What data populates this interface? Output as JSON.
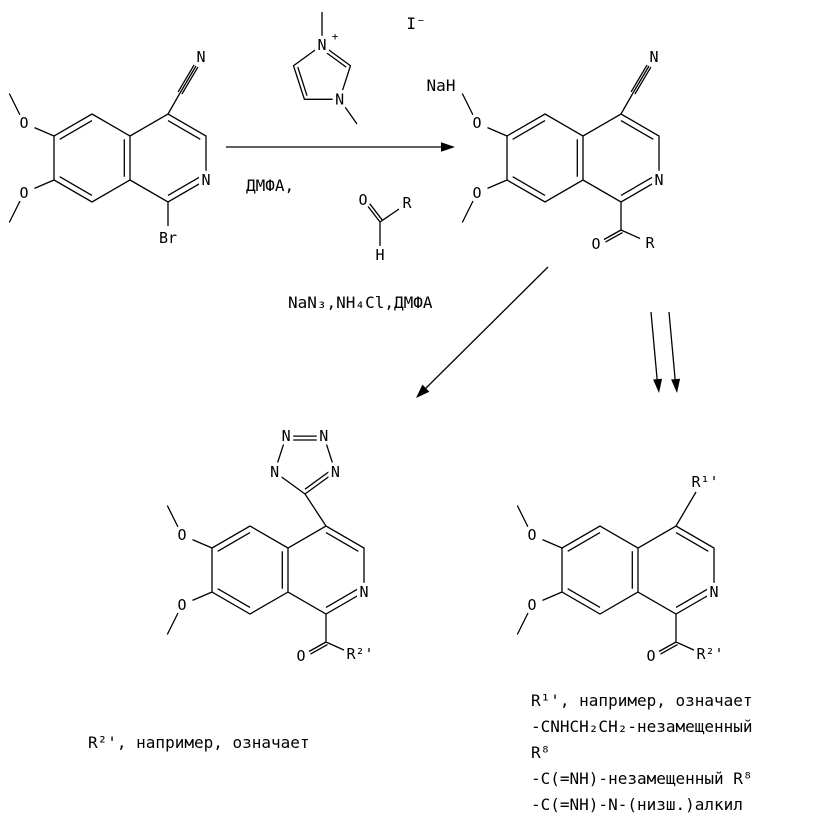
{
  "scheme": {
    "start_material": {
      "methoxy_top": "O",
      "methoxy_bottom": "O",
      "nitrile_n": "N",
      "ring_n": "N",
      "bromine": "Br"
    },
    "reagents_step1": {
      "imidazolium_n_top": "N",
      "imidazolium_charge": "+",
      "imidazolium_n_bottom": "N",
      "counterion": "I⁻",
      "base": "NaH",
      "solvent": "ДМФА,",
      "aldehyde_o": "O",
      "aldehyde_r": "R",
      "aldehyde_h": "H"
    },
    "acyl_intermediate": {
      "methoxy_top": "O",
      "methoxy_bottom": "O",
      "nitrile_n": "N",
      "ring_n": "N",
      "carbonyl_o": "O",
      "acyl_r": "R"
    },
    "step2_reagents": "NaN₃,NH₄Cl,ДМФА",
    "tetrazole_product": {
      "tetrazole_n1": "N",
      "tetrazole_n2": "N",
      "tetrazole_n3": "N",
      "tetrazole_n4": "N",
      "methoxy_top": "O",
      "methoxy_bottom": "O",
      "ring_n": "N",
      "carbonyl_o": "O",
      "acyl_r": "R²'"
    },
    "amidine_product": {
      "substituent_r1": "R¹'",
      "methoxy_top": "O",
      "methoxy_bottom": "O",
      "ring_n": "N",
      "carbonyl_o": "O",
      "acyl_r": "R²'"
    }
  },
  "captions": {
    "left": "R²', например, означает",
    "right": [
      "R¹', например, означает",
      "-CNHCH₂CH₂-незамещенный",
      "R⁸",
      "-C(=NH)-незамещенный R⁸",
      "-C(=NH)-N-(низш.)алкил"
    ]
  }
}
